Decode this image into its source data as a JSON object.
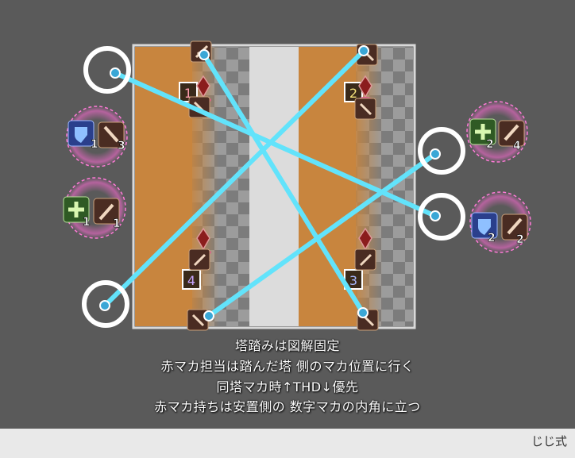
{
  "colors": {
    "background": "#5a5a5a",
    "arena_orange": "#c8853e",
    "arena_checker_dark": "#6e6e6e",
    "arena_checker_light": "#9a9a9a",
    "center_lane": "#dcdcdc",
    "line_cyan": "#62e3fb",
    "ring_white": "#ffffff",
    "debuff_glow": "#ff6ad5"
  },
  "tower_numbers": [
    "1",
    "2",
    "4",
    "3"
  ],
  "debuff_counts": {
    "left_top": [
      "1",
      "3"
    ],
    "left_bottom": [
      "1",
      "1"
    ],
    "right_top": [
      "2",
      "4"
    ],
    "right_bottom": [
      "2",
      "2"
    ]
  },
  "icons": {
    "shield": "shield-icon",
    "cross": "healer-cross-icon",
    "sword": "sword-icon",
    "tower": "tower-flame-icon"
  },
  "captions": [
    "塔踏みは図解固定",
    "赤マカ担当は踏んだ塔 側のマカ位置に行く",
    "同塔マカ時↑THD↓優先",
    "赤マカ持ちは安置側の 数字マカの内角に立つ"
  ],
  "footer": {
    "label": "じじ式"
  }
}
